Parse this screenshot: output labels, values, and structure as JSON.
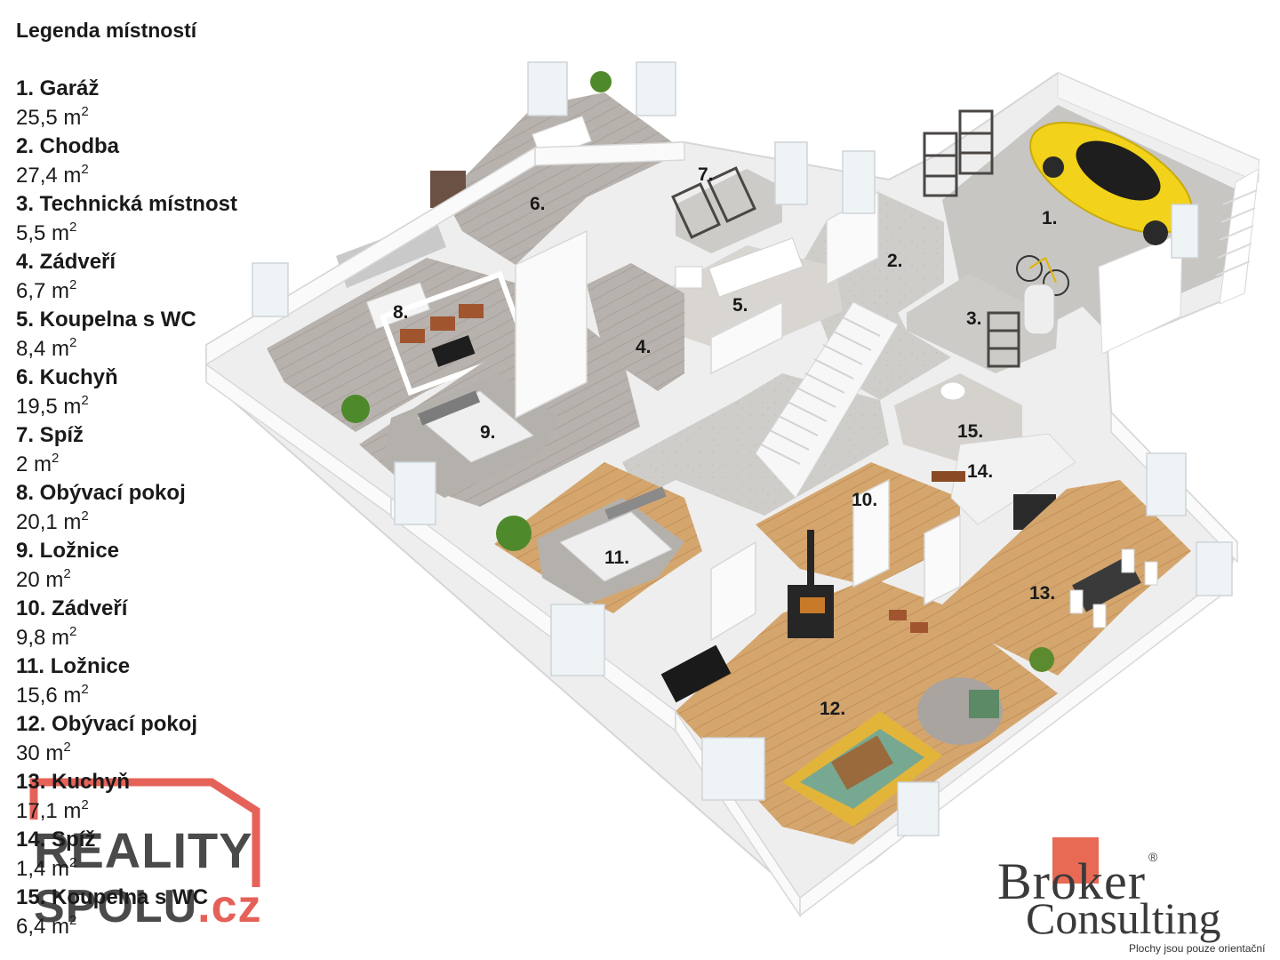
{
  "legend": {
    "title": "Legenda místností",
    "items": [
      {
        "name": "1. Garáž",
        "area": "25,5 m",
        "unit_exp": "2"
      },
      {
        "name": "2. Chodba",
        "area": "27,4 m",
        "unit_exp": "2"
      },
      {
        "name": "3. Technická místnost",
        "area": "5,5 m",
        "unit_exp": "2"
      },
      {
        "name": "4. Zádveří",
        "area": "6,7 m",
        "unit_exp": "2"
      },
      {
        "name": "5. Koupelna s WC",
        "area": "8,4 m",
        "unit_exp": "2"
      },
      {
        "name": "6. Kuchyň",
        "area": "19,5 m",
        "unit_exp": "2"
      },
      {
        "name": "7. Spíž",
        "area": "2 m",
        "unit_exp": "2"
      },
      {
        "name": "8. Obývací pokoj",
        "area": "20,1 m",
        "unit_exp": "2"
      },
      {
        "name": "9. Ložnice",
        "area": "20 m",
        "unit_exp": "2"
      },
      {
        "name": "10. Zádveří",
        "area": "9,8 m",
        "unit_exp": "2"
      },
      {
        "name": "11. Ložnice",
        "area": "15,6 m",
        "unit_exp": "2"
      },
      {
        "name": "12. Obývací pokoj",
        "area": "30 m",
        "unit_exp": "2"
      },
      {
        "name": "13. Kuchyň",
        "area": "17,1 m",
        "unit_exp": "2"
      },
      {
        "name": "14. Spíž",
        "area": "1,4 m",
        "unit_exp": "2"
      },
      {
        "name": "15. Koupelna s WC",
        "area": "6,4 m",
        "unit_exp": "2"
      }
    ]
  },
  "room_labels": [
    "1.",
    "2.",
    "3.",
    "4.",
    "5.",
    "6.",
    "7.",
    "8.",
    "9.",
    "10.",
    "11.",
    "12.",
    "13.",
    "14.",
    "15."
  ],
  "watermark": {
    "line1": "REALITY",
    "line2_main": "SPOLU",
    "line2_tld": ".cz"
  },
  "broker": {
    "line1": "Broker",
    "line2": "Consulting",
    "reg_mark": "®"
  },
  "disclaimer": "Plochy jsou pouze orientační",
  "colors": {
    "wood_floor": "#d2a46c",
    "gray_floor": "#b9b6b2",
    "wall": "#f4f4f4",
    "car_yellow": "#f2d21a",
    "brand_red": "#e0463c",
    "broker_coral": "#e86a54"
  }
}
